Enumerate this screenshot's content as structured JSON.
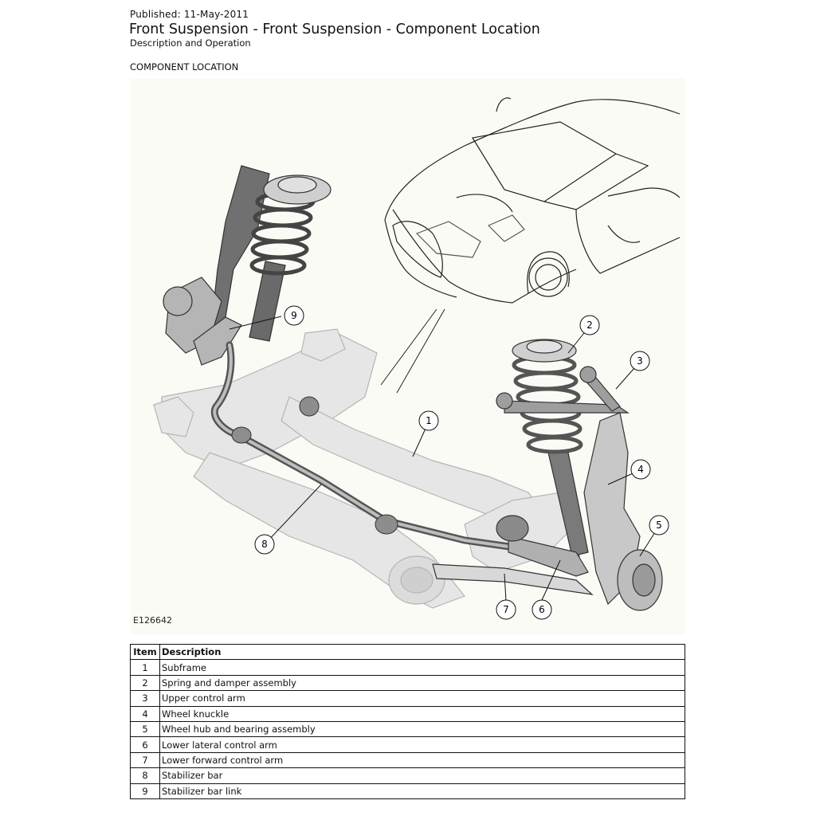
{
  "header": {
    "published": "Published: 11-May-2011",
    "title": "Front Suspension - Front Suspension   - Component Location",
    "subtitle": "Description and Operation",
    "section": "COMPONENT LOCATION"
  },
  "figure": {
    "id": "E126642",
    "callouts": [
      "1",
      "2",
      "3",
      "4",
      "5",
      "6",
      "7",
      "8",
      "9"
    ]
  },
  "table": {
    "headers": {
      "item": "Item",
      "description": "Description"
    },
    "rows": [
      {
        "item": "1",
        "description": "Subframe"
      },
      {
        "item": "2",
        "description": "Spring and damper assembly"
      },
      {
        "item": "3",
        "description": "Upper control arm"
      },
      {
        "item": "4",
        "description": "Wheel knuckle"
      },
      {
        "item": "5",
        "description": "Wheel hub and bearing assembly"
      },
      {
        "item": "6",
        "description": "Lower lateral control arm"
      },
      {
        "item": "7",
        "description": "Lower forward control arm"
      },
      {
        "item": "8",
        "description": "Stabilizer bar"
      },
      {
        "item": "9",
        "description": "Stabilizer bar link"
      }
    ]
  }
}
